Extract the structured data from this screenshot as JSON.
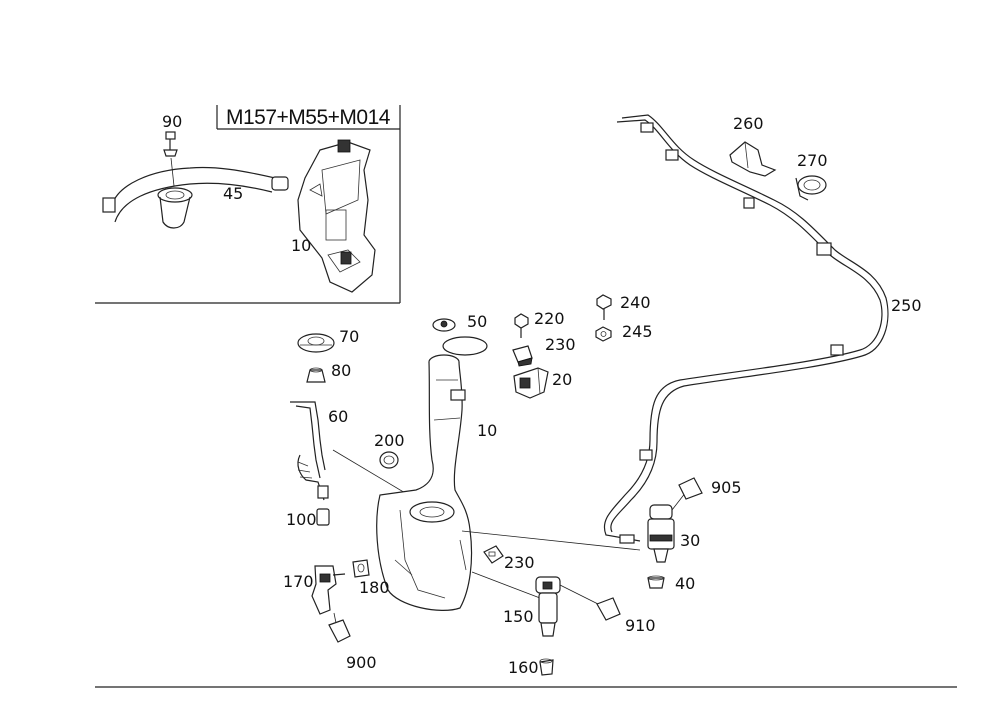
{
  "inset": {
    "variant_title": "M157+M55+M014",
    "callouts": [
      "90",
      "45",
      "10"
    ]
  },
  "main": {
    "callouts": [
      "260",
      "270",
      "250",
      "240",
      "220",
      "245",
      "230",
      "50",
      "70",
      "80",
      "20",
      "60",
      "10",
      "200",
      "905",
      "100",
      "30",
      "230",
      "40",
      "170",
      "180",
      "150",
      "910",
      "900",
      "160"
    ]
  }
}
